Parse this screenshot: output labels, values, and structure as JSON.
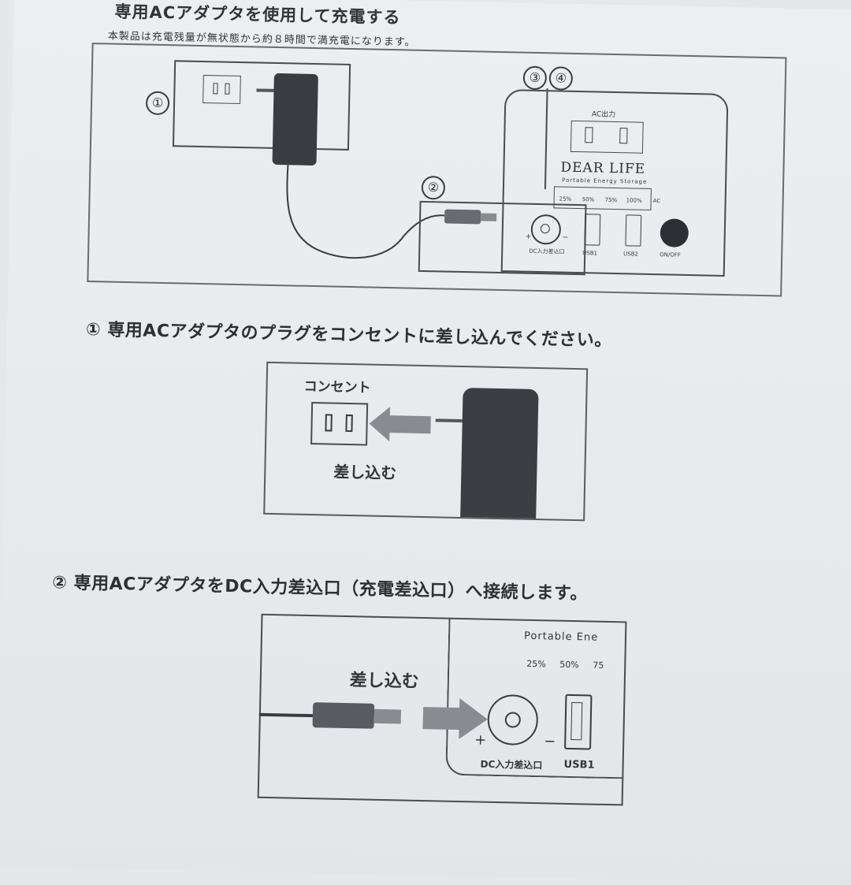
{
  "header": {
    "title": "専用ACアダプタを使用して充電する",
    "subtitle": "本製品は充電残量が無状態から約８時間で満充電になります。"
  },
  "diagram_main": {
    "label_1": "①",
    "label_2": "②",
    "label_34": "③④",
    "ac_out_label": "AC出力",
    "brand": "DEAR LIFE",
    "tagline": "Portable Energy Storage",
    "levels": [
      "25%",
      "50%",
      "75%",
      "100%",
      "AC"
    ],
    "dc_label": "DC入力差込口",
    "usb1": "USB1",
    "usb2": "USB2",
    "onoff": "ON/OFF",
    "plus": "+",
    "minus": "−"
  },
  "step1": {
    "heading": "① 専用ACアダプタのプラグをコンセントに差し込んでください。",
    "outlet_label": "コンセント",
    "action": "差し込む"
  },
  "step2": {
    "heading": "② 専用ACアダプタをDC入力差込口（充電差込口）へ接続します。",
    "partial_label": "Portable Ene",
    "levels": [
      "25%",
      "50%",
      "75"
    ],
    "action": "差し込む",
    "dc_label": "DC入力差込口",
    "usb1": "USB1",
    "plus": "+",
    "minus": "−"
  }
}
